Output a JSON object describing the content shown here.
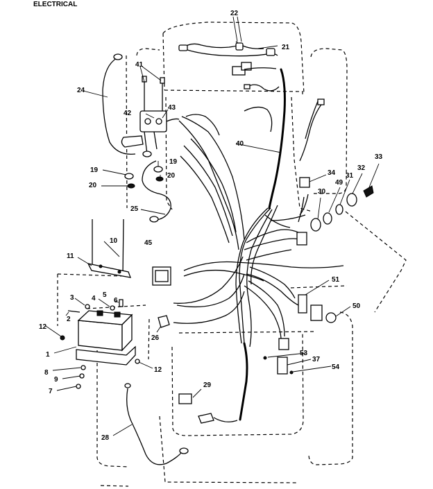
{
  "header": {
    "title": "ELECTRICAL"
  },
  "callouts": {
    "c1": "1",
    "c2": "2",
    "c3": "3",
    "c4": "4",
    "c5": "5",
    "c6": "6",
    "c7": "7",
    "c8": "8",
    "c9": "9",
    "c10": "10",
    "c11": "11",
    "c12a": "12",
    "c12b": "12",
    "c19a": "19",
    "c19b": "19",
    "c20a": "20",
    "c20b": "20",
    "c21": "21",
    "c22": "22",
    "c24": "24",
    "c25": "25",
    "c26": "26",
    "c28": "28",
    "c29": "29",
    "c30": "30",
    "c31": "31",
    "c32": "32",
    "c33": "33",
    "c34": "34",
    "c37": "37",
    "c40": "40",
    "c41": "41",
    "c42": "42",
    "c43": "43",
    "c45": "45",
    "c49": "49",
    "c50": "50",
    "c51": "51",
    "c53": "53",
    "c54": "54"
  }
}
